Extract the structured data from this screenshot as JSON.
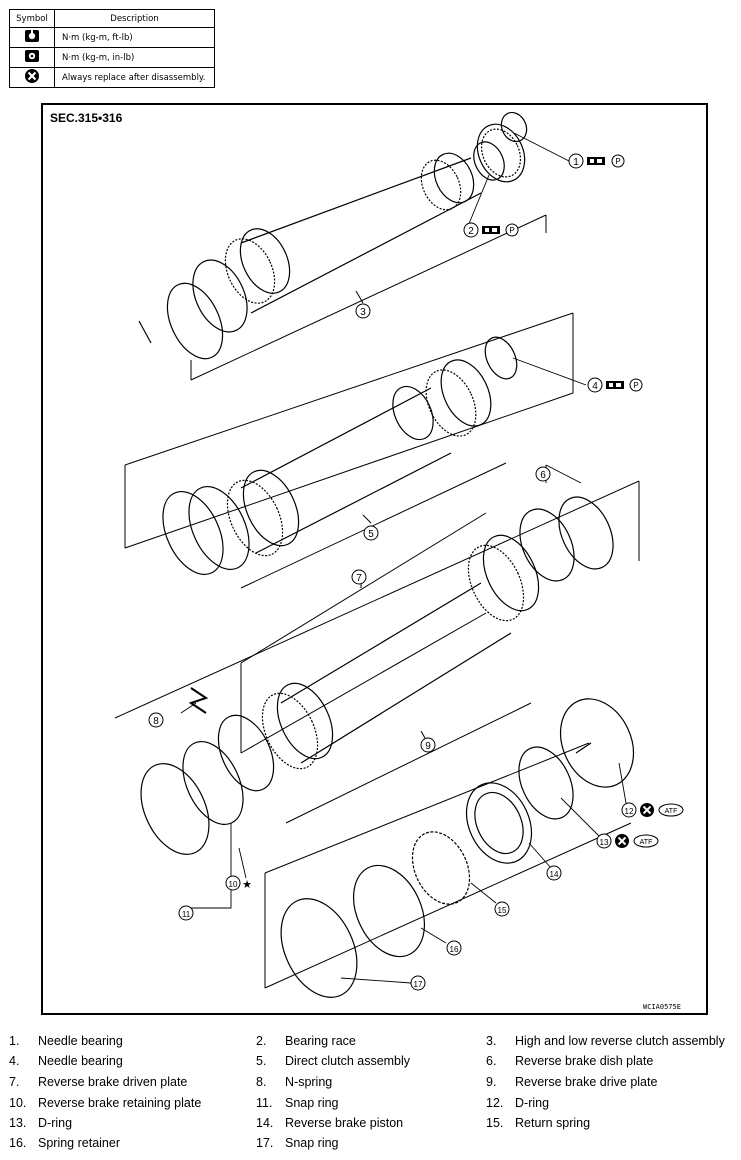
{
  "legend": {
    "header_symbol": "Symbol",
    "header_description": "Description",
    "rows": [
      {
        "icon": "torque-ft-lb-icon",
        "description": "N·m (kg-m, ft-lb)"
      },
      {
        "icon": "torque-in-lb-icon",
        "description": "N·m (kg-m, in-lb)"
      },
      {
        "icon": "replace-icon",
        "description": "Always replace after disassembly."
      }
    ]
  },
  "diagram": {
    "section_label": "SEC.315•316",
    "figure_code": "WCIA0575E",
    "callouts": [
      "1",
      "2",
      "3",
      "4",
      "5",
      "6",
      "7",
      "8",
      "9",
      "10",
      "11",
      "12",
      "13",
      "14",
      "15",
      "16",
      "17"
    ],
    "atf_label": "ATF",
    "petroleum_label": "P",
    "star": "★"
  },
  "parts": [
    {
      "num": "1.",
      "name": "Needle bearing"
    },
    {
      "num": "2.",
      "name": "Bearing race"
    },
    {
      "num": "3.",
      "name": "High and low reverse clutch assembly"
    },
    {
      "num": "4.",
      "name": "Needle bearing"
    },
    {
      "num": "5.",
      "name": "Direct clutch assembly"
    },
    {
      "num": "6.",
      "name": "Reverse brake dish plate"
    },
    {
      "num": "7.",
      "name": "Reverse brake driven plate"
    },
    {
      "num": "8.",
      "name": "N-spring"
    },
    {
      "num": "9.",
      "name": "Reverse brake drive plate"
    },
    {
      "num": "10.",
      "name": "Reverse brake retaining plate"
    },
    {
      "num": "11.",
      "name": "Snap ring"
    },
    {
      "num": "12.",
      "name": "D-ring"
    },
    {
      "num": "13.",
      "name": "D-ring"
    },
    {
      "num": "14.",
      "name": "Reverse brake piston"
    },
    {
      "num": "15.",
      "name": "Return spring"
    },
    {
      "num": "16.",
      "name": "Spring retainer"
    },
    {
      "num": "17.",
      "name": "Snap ring"
    }
  ]
}
